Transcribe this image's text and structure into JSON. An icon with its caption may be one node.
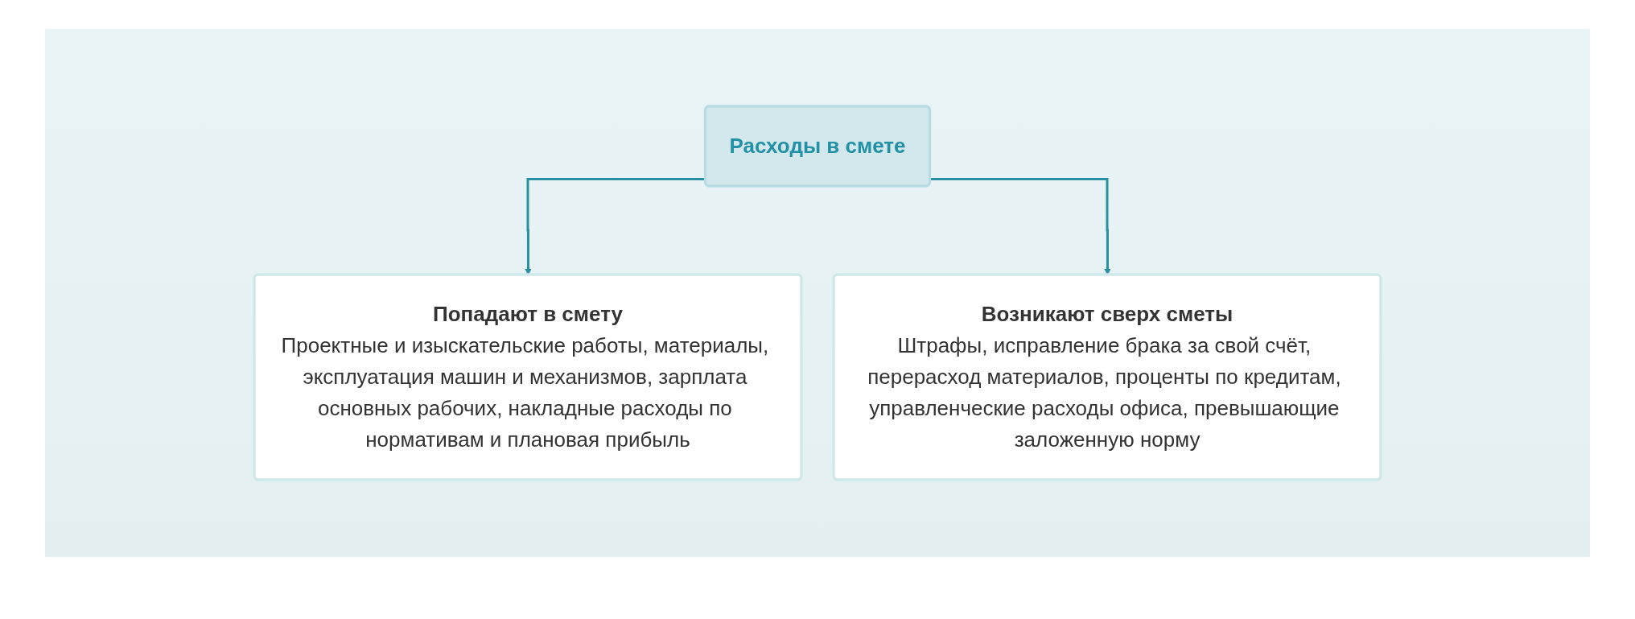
{
  "diagram": {
    "nodes": [
      {
        "text": [
          "Расходы в смете"
        ]
      },
      {
        "text": [
          "Попадают в смету",
          "Проектные и изыскательские работы, материалы, эксплуатация машин и механизмов, зарплата основных рабочих, накладные расходы по нормативам и плановая прибыль"
        ]
      },
      {
        "text": [
          "Возникают сверх сметы",
          "Штрафы, исправление брака за свой счёт, перерасход материалов, проценты по кредитам, управленческие расходы офиса, превышающие заложенную норму"
        ]
      }
    ],
    "edges": [
      {
        "from": 0,
        "to": 1,
        "arrow": "to"
      },
      {
        "from": 0,
        "to": 2,
        "arrow": "to"
      }
    ]
  }
}
